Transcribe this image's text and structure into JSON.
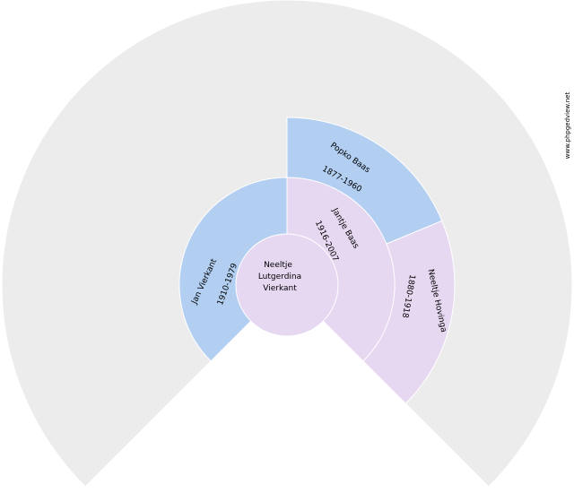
{
  "watermark": "www.phpgedview.net",
  "colors": {
    "outer_ring": "#ececec",
    "male": "#b2cff2",
    "female": "#e7d8f2",
    "separator": "#ffffff"
  },
  "root": {
    "name_lines": [
      "Neeltje",
      "Lutgerdina",
      "Vierkant"
    ],
    "color": "female"
  },
  "ancestors": [
    {
      "id": "father",
      "name": "Jan Vierkant",
      "dates": "1910-1979",
      "color": "male"
    },
    {
      "id": "mother",
      "name": "Jantje Baas",
      "dates": "1916-2007",
      "color": "female"
    },
    {
      "id": "maternal-grandfather",
      "name": "Popko Baas",
      "dates": "1877-1960",
      "color": "male"
    },
    {
      "id": "maternal-grandmother",
      "name": "Neeltje Hovinga",
      "dates": "1880-1918",
      "color": "female"
    }
  ]
}
